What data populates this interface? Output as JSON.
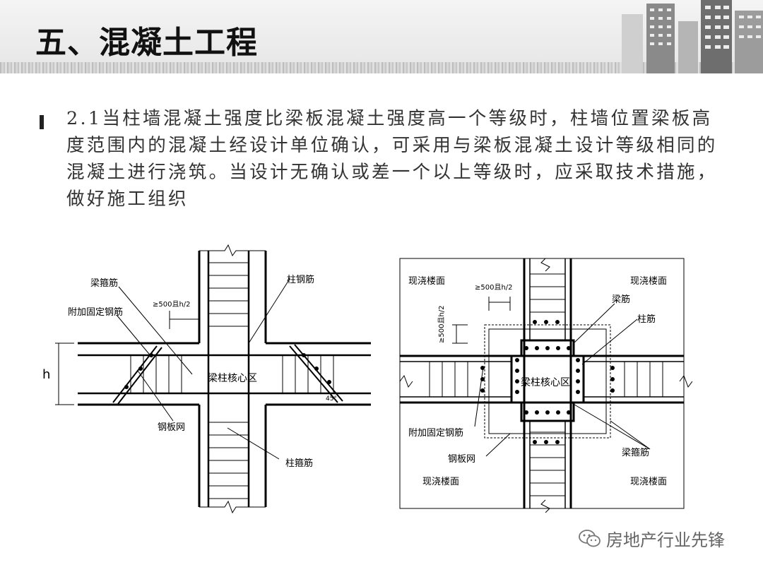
{
  "slide": {
    "title": "五、混凝土工程",
    "paragraph": "2.1当柱墙混凝土强度比梁板混凝土强度高一个等级时，柱墙位置梁板高度范围内的混凝土经设计单位确认，可采用与梁板混凝土设计等级相同的混凝土进行浇筑。当设计无确认或差一个以上等级时，应采取技术措施，做好施工组织"
  },
  "diagram_left": {
    "labels": {
      "stirrup": "梁箍筋",
      "extra_bar": "附加固定钢筋",
      "dim": "≥500且h/2",
      "column_bar": "柱钢筋",
      "h": "h",
      "core": "梁柱核心区",
      "angle": "45°",
      "mesh": "钢板网",
      "column_stirrup": "柱箍筋"
    }
  },
  "diagram_right": {
    "labels": {
      "floor_tl": "现浇楼面",
      "floor_tr": "现浇楼面",
      "floor_bl": "现浇楼面",
      "floor_br": "现浇楼面",
      "dim_h": "≥500且h/2",
      "dim_v": "≥500且h/2",
      "beam_bar": "梁筋",
      "column_bar": "柱筋",
      "core": "梁柱核心区",
      "extra_bar": "附加固定钢筋",
      "mesh": "钢板网",
      "beam_stirrup": "梁箍筋"
    }
  },
  "watermark": {
    "text": "房地产行业先锋",
    "icon": "wechat-icon"
  }
}
